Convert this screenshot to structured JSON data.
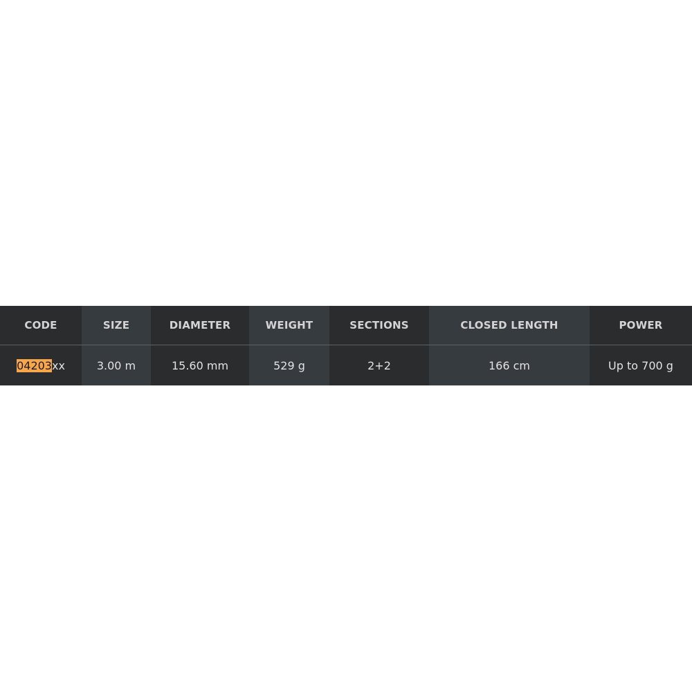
{
  "table": {
    "headers": [
      "CODE",
      "SIZE",
      "DIAMETER",
      "WEIGHT",
      "SECTIONS",
      "CLOSED LENGTH",
      "POWER"
    ],
    "row": {
      "code_highlight": "04203",
      "code_suffix": "xx",
      "size": "3.00 m",
      "diameter": "15.60 mm",
      "weight": "529 g",
      "sections": "2+2",
      "closed_length": "166 cm",
      "power": "Up to 700 g"
    }
  },
  "colors": {
    "header_dark": "#2b2c2d",
    "header_light": "#363b3f",
    "highlight": "#f7a64b"
  }
}
